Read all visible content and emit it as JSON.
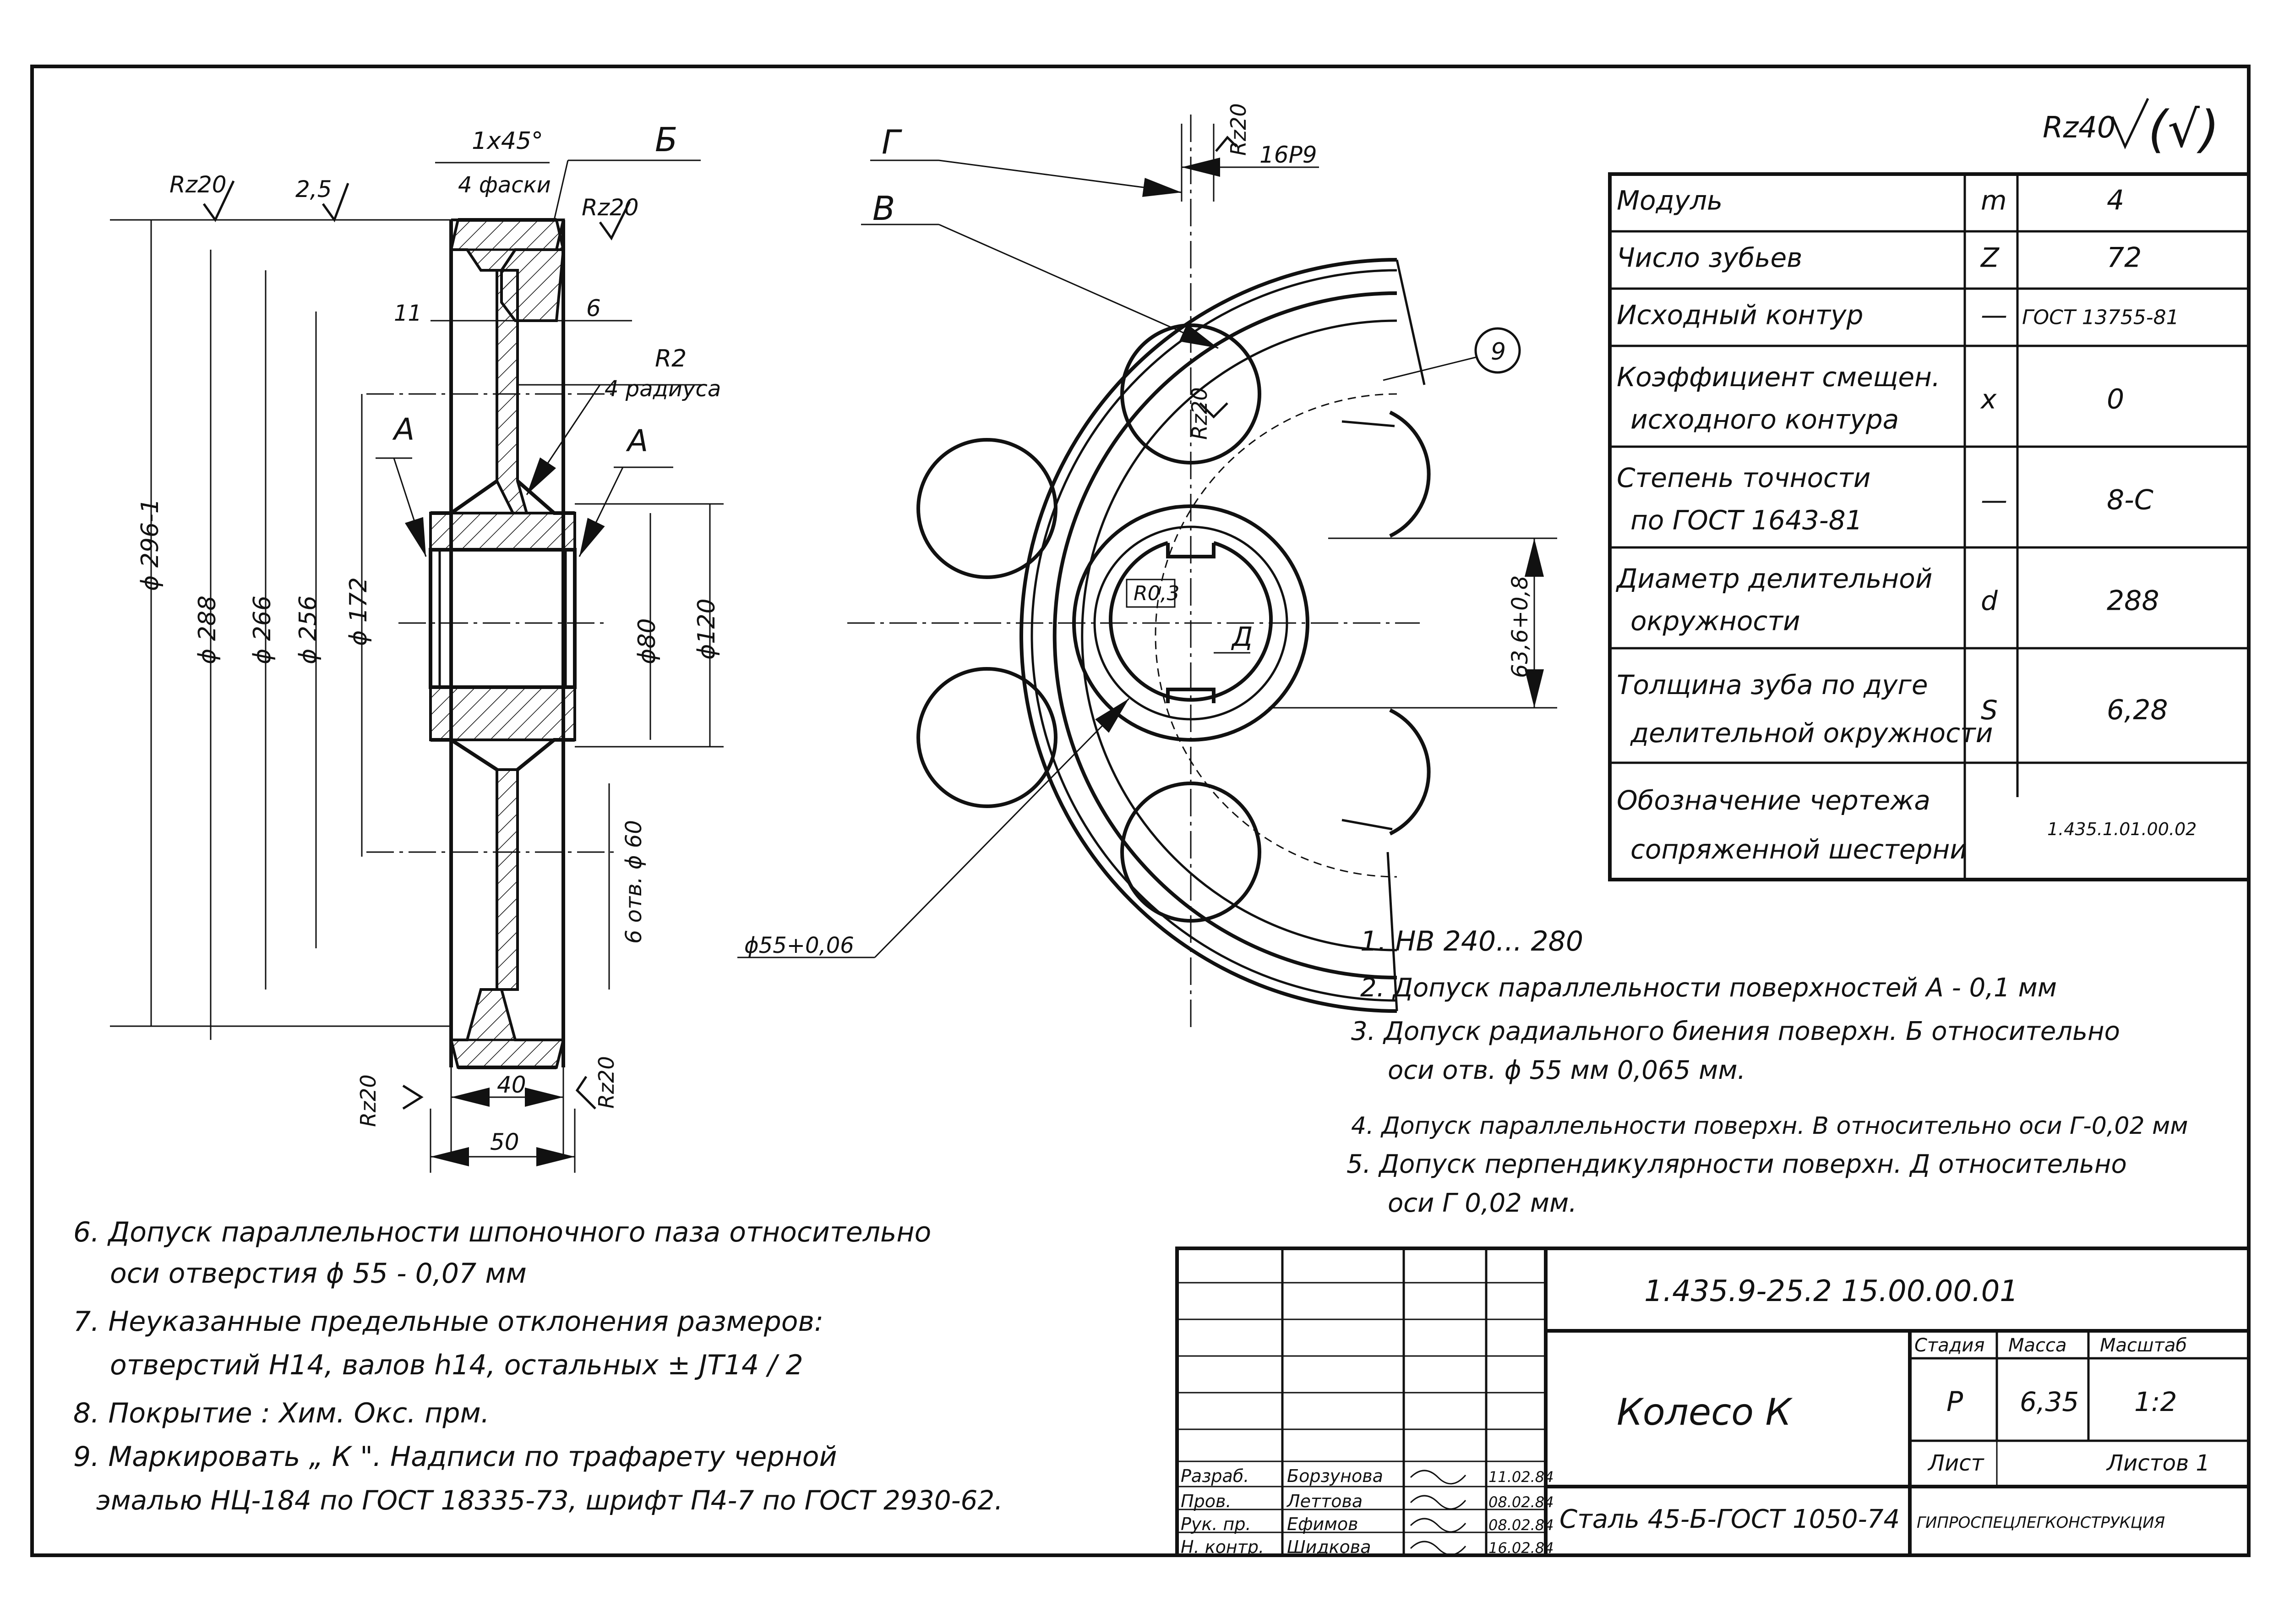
{
  "surface_mark_general": "Rz40",
  "surface_mark_general_paren": "(√)",
  "section_view": {
    "chamfer_note": "1x45°",
    "chamfer_count": "4 фаски",
    "label_b": "Б",
    "rz_top_left": "Rz20",
    "rz_top_right": "Rz20",
    "val_2_5": "2,5",
    "dim_11": "11",
    "dim_6": "6",
    "radius_note": "R2",
    "radius_count": "4 радиуса",
    "label_a_left": "А",
    "label_a_right": "А",
    "dia_296": "ϕ 296-1",
    "dia_288": "ϕ 288",
    "dia_266": "ϕ 266",
    "dia_256": "ϕ 256",
    "dia_172": "ϕ 172",
    "dia_80": "ϕ80",
    "dia_120": "ϕ120",
    "holes_note": "6 отв. ϕ 60",
    "dim_40": "40",
    "dim_50": "50",
    "rz_bottom_left": "Rz20",
    "rz_bottom_right": "Rz20"
  },
  "front_view": {
    "label_g": "Г",
    "label_v": "В",
    "rz_top": "Rz20",
    "keyway_width": "16P9",
    "rz_hole": "Rz20",
    "radius_r03": "R0,3",
    "label_d": "Д",
    "keyway_depth": "63,6+0,8",
    "bore": "ϕ55+0,06",
    "balloon": "9"
  },
  "params_table": {
    "rows": [
      {
        "name": [
          "Модуль"
        ],
        "symbol": "m",
        "value": "4"
      },
      {
        "name": [
          "Число зубьев"
        ],
        "symbol": "Z",
        "value": "72"
      },
      {
        "name": [
          "Исходный контур"
        ],
        "symbol": "—",
        "value": "ГОСТ 13755-81"
      },
      {
        "name": [
          "Коэффициент смещен.",
          "исходного контура"
        ],
        "symbol": "x",
        "value": "0"
      },
      {
        "name": [
          "Степень точности",
          "по ГОСТ 1643-81"
        ],
        "symbol": "—",
        "value": "8-С"
      },
      {
        "name": [
          "Диаметр делительной",
          "окружности"
        ],
        "symbol": "d",
        "value": "288"
      },
      {
        "name": [
          "Толщина зуба по дуге",
          "делительной окружности"
        ],
        "symbol": "S",
        "value": "6,28"
      },
      {
        "name": [
          "Обозначение чертежа",
          "сопряженной шестерни"
        ],
        "symbol": "",
        "value": "1.435.1.01.00.02"
      }
    ]
  },
  "notes_right": [
    "1. НВ 240... 280",
    "2. Допуск параллельности поверхностей А - 0,1 мм",
    "3. Допуск радиального биения поверхн. Б относительно",
    "оси отв. ϕ 55 мм 0,065 мм.",
    "4. Допуск параллельности поверхн. В относительно оси Г-0,02 мм",
    "5. Допуск перпендикулярности поверхн. Д относительно",
    "оси Г 0,02 мм."
  ],
  "notes_left": [
    "6. Допуск параллельности шпоночного паза относительно",
    "оси отверстия ϕ 55 - 0,07 мм",
    "7. Неуказанные предельные отклонения размеров:",
    "отверстий Н14, валов h14, остальных ± JT14 / 2",
    "8. Покрытие : Хим. Окс. прм.",
    "9. Маркировать „ К \". Надписи по трафарету черной",
    "эмалью НЦ-184 по ГОСТ 18335-73, шрифт П4-7 по ГОСТ 2930-62."
  ],
  "title_block": {
    "doc_number": "1.435.9-25.2 15.00.00.01",
    "part_name": "Колесо К",
    "material": "Сталь 45-Б-ГОСТ 1050-74",
    "organization": "ГИПРОСПЕЦЛЕГКОНСТРУКЦИЯ",
    "col_stage": "Стадия",
    "col_mass": "Масса",
    "col_scale": "Масштаб",
    "stage": "Р",
    "mass": "6,35",
    "scale": "1:2",
    "sheet_label": "Лист",
    "sheets_label": "Листов 1",
    "signatures": [
      {
        "role": "Разраб.",
        "name": "Борзунова",
        "date": "11.02.84"
      },
      {
        "role": "Пров.",
        "name": "Леттова",
        "date": "08.02.84"
      },
      {
        "role": "Рук. пр.",
        "name": "Ефимов",
        "date": "08.02.84"
      },
      {
        "role": "Н. контр.",
        "name": "Шидкова",
        "date": "16.02.84"
      }
    ]
  }
}
